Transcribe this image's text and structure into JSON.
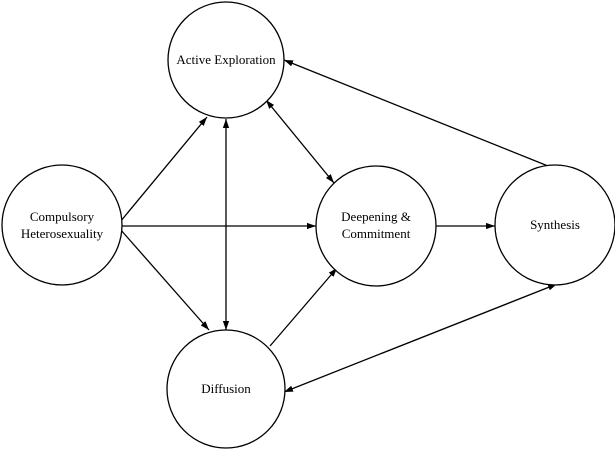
{
  "nodes": {
    "compulsory": {
      "line1": "Compulsory",
      "line2": "Heterosexuality"
    },
    "active": {
      "label": "Active Exploration"
    },
    "deepening": {
      "line1": "Deepening &",
      "line2": "Commitment"
    },
    "synthesis": {
      "label": "Synthesis"
    },
    "diffusion": {
      "label": "Diffusion"
    }
  },
  "edges": [
    {
      "from": "compulsory",
      "to": "active",
      "direction": "forward"
    },
    {
      "from": "compulsory",
      "to": "deepening",
      "direction": "forward"
    },
    {
      "from": "compulsory",
      "to": "diffusion",
      "direction": "forward"
    },
    {
      "from": "active",
      "to": "diffusion",
      "direction": "both"
    },
    {
      "from": "active",
      "to": "deepening",
      "direction": "both"
    },
    {
      "from": "diffusion",
      "to": "deepening",
      "direction": "forward"
    },
    {
      "from": "deepening",
      "to": "synthesis",
      "direction": "forward"
    },
    {
      "from": "synthesis",
      "to": "active",
      "direction": "forward"
    },
    {
      "from": "synthesis",
      "to": "diffusion",
      "direction": "both"
    }
  ]
}
